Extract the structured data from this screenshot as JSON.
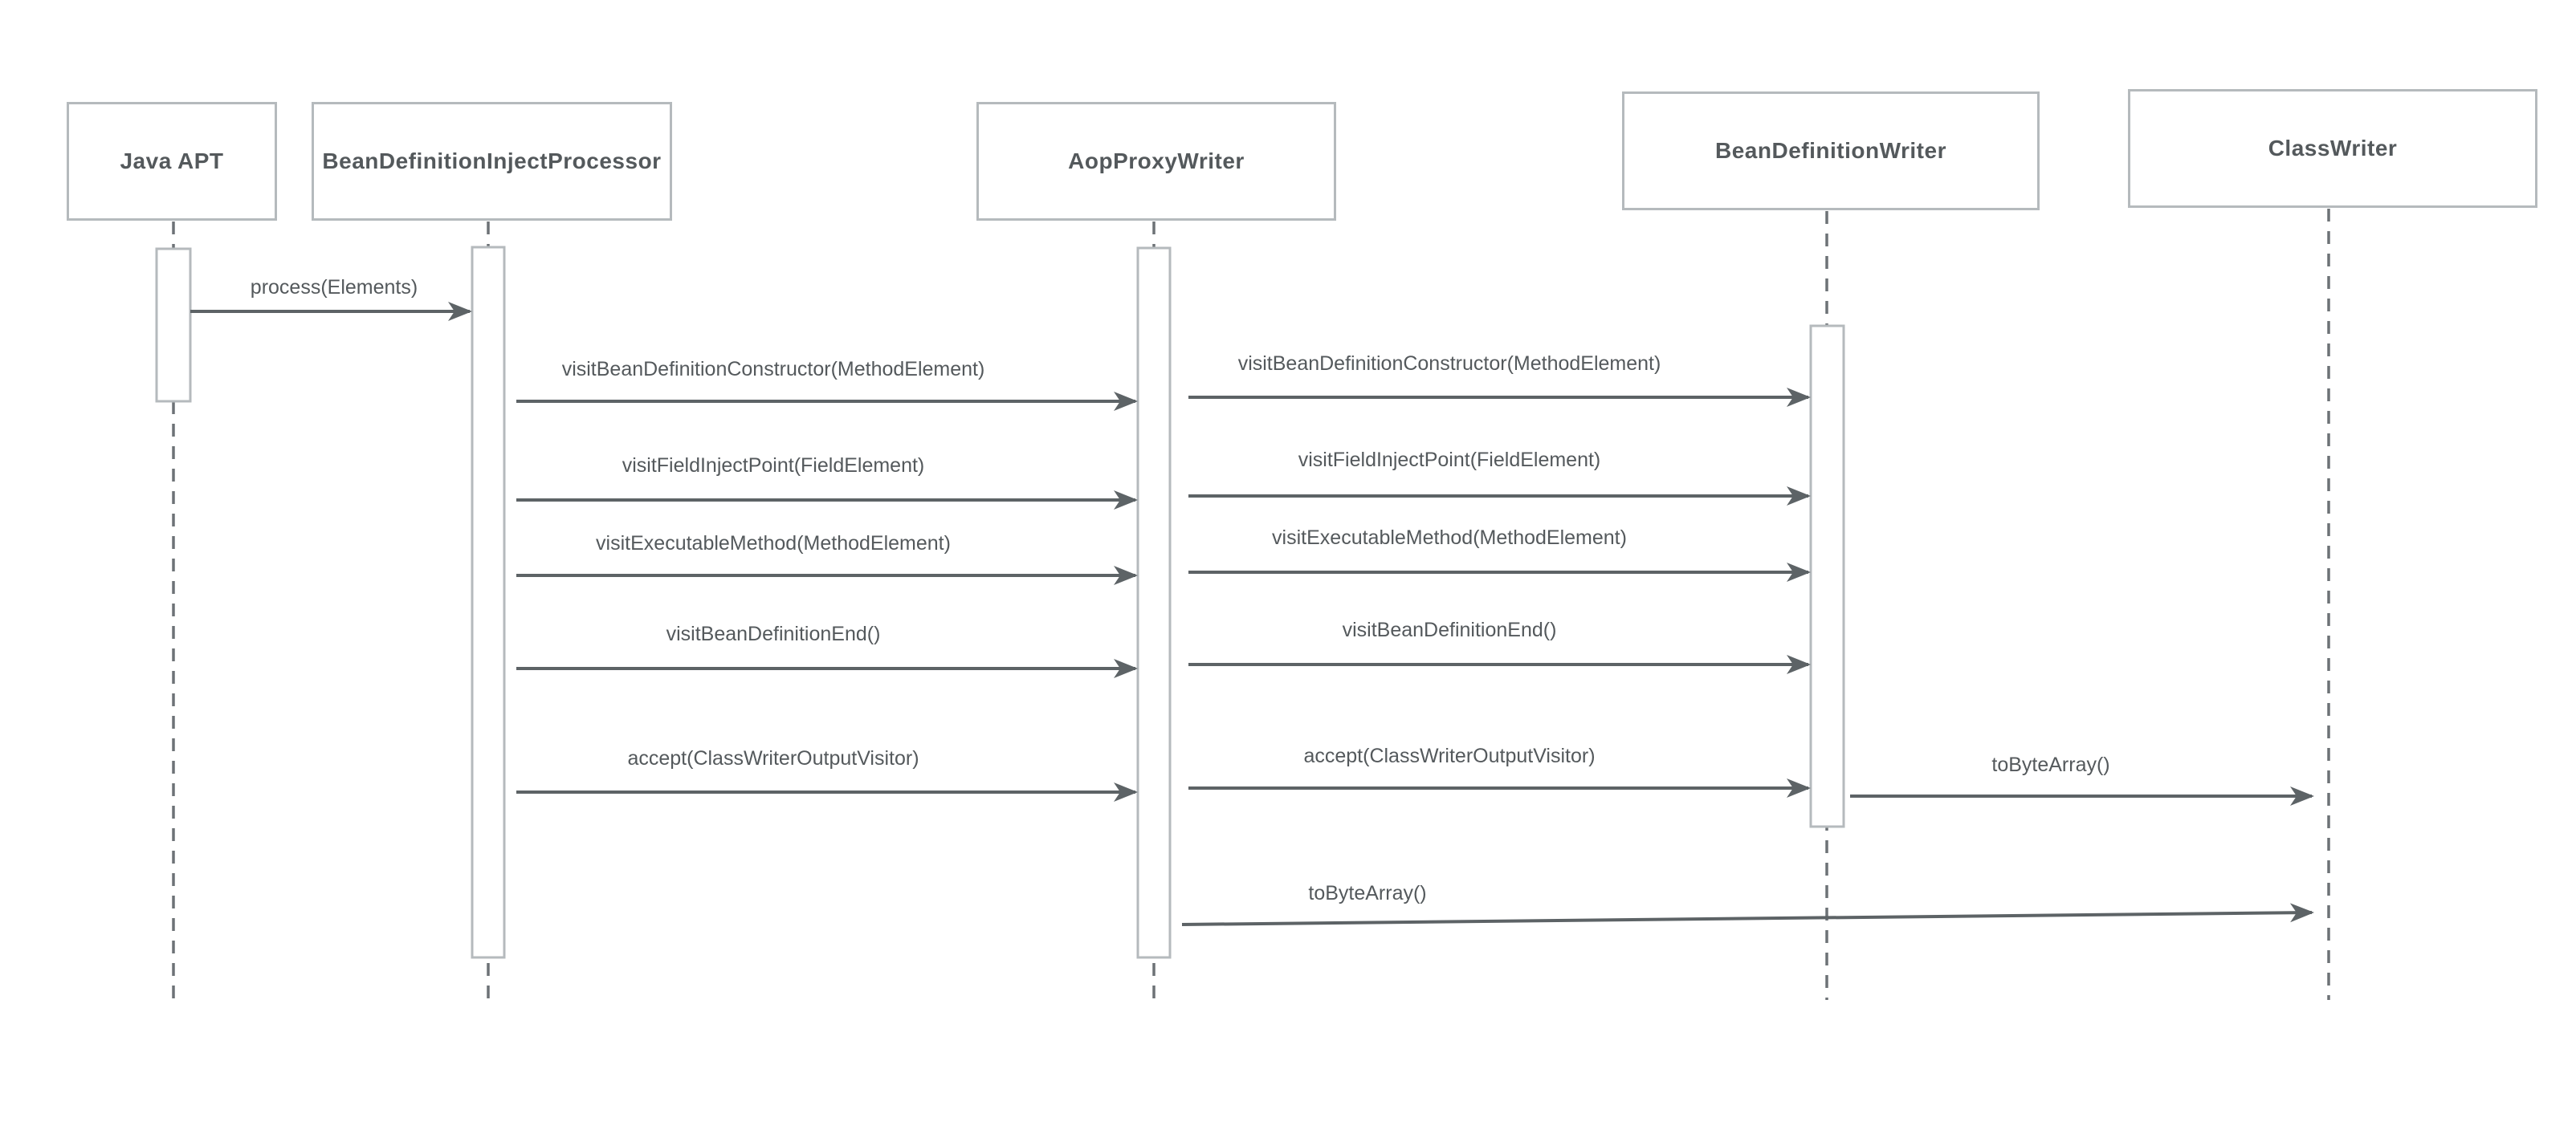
{
  "diagram": {
    "type": "uml-sequence-diagram",
    "colors": {
      "background": "#ffffff",
      "box_border": "#b5babd",
      "activation_border": "#b5babd",
      "activation_fill": "#ffffff",
      "lifeline": "#6d7276",
      "arrow": "#5d6366",
      "text": "#54595c"
    },
    "participants": [
      {
        "id": "java-apt",
        "label": "Java APT"
      },
      {
        "id": "bean-definition-inject-processor",
        "label": "BeanDefinitionInjectProcessor"
      },
      {
        "id": "aop-proxy-writer",
        "label": "AopProxyWriter"
      },
      {
        "id": "bean-definition-writer",
        "label": "BeanDefinitionWriter"
      },
      {
        "id": "class-writer",
        "label": "ClassWriter"
      }
    ],
    "messages": [
      {
        "from": "java-apt",
        "to": "bean-definition-inject-processor",
        "label": "process(Elements)"
      },
      {
        "from": "bean-definition-inject-processor",
        "to": "aop-proxy-writer",
        "label": "visitBeanDefinitionConstructor(MethodElement)"
      },
      {
        "from": "aop-proxy-writer",
        "to": "bean-definition-writer",
        "label": "visitBeanDefinitionConstructor(MethodElement)"
      },
      {
        "from": "bean-definition-inject-processor",
        "to": "aop-proxy-writer",
        "label": "visitFieldInjectPoint(FieldElement)"
      },
      {
        "from": "aop-proxy-writer",
        "to": "bean-definition-writer",
        "label": "visitFieldInjectPoint(FieldElement)"
      },
      {
        "from": "bean-definition-inject-processor",
        "to": "aop-proxy-writer",
        "label": "visitExecutableMethod(MethodElement)"
      },
      {
        "from": "aop-proxy-writer",
        "to": "bean-definition-writer",
        "label": "visitExecutableMethod(MethodElement)"
      },
      {
        "from": "bean-definition-inject-processor",
        "to": "aop-proxy-writer",
        "label": "visitBeanDefinitionEnd()"
      },
      {
        "from": "aop-proxy-writer",
        "to": "bean-definition-writer",
        "label": "visitBeanDefinitionEnd()"
      },
      {
        "from": "bean-definition-inject-processor",
        "to": "aop-proxy-writer",
        "label": "accept(ClassWriterOutputVisitor)"
      },
      {
        "from": "aop-proxy-writer",
        "to": "bean-definition-writer",
        "label": "accept(ClassWriterOutputVisitor)"
      },
      {
        "from": "bean-definition-writer",
        "to": "class-writer",
        "label": "toByteArray()"
      },
      {
        "from": "aop-proxy-writer",
        "to": "class-writer",
        "label": "toByteArray()"
      }
    ]
  }
}
